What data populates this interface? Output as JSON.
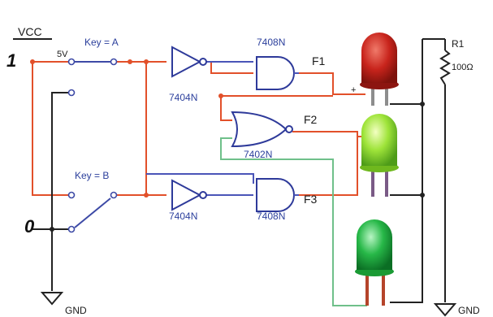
{
  "labels": {
    "vcc": "VCC",
    "one": "1",
    "zero": "0",
    "voltage": "5V",
    "key_a": "Key = A",
    "key_b": "Key = B",
    "gate_not_top": "7404N",
    "gate_not_bottom": "7404N",
    "gate_and_top": "7408N",
    "gate_and_bottom": "7408N",
    "gate_nor": "7402N",
    "out_f1": "F1",
    "out_f2": "F2",
    "out_f3": "F3",
    "resistor_name": "R1",
    "resistor_value": "100Ω",
    "gnd_left": "GND",
    "gnd_right": "GND",
    "plus": "+"
  },
  "colors": {
    "wire_high": "#e2502a",
    "wire_low": "#222222",
    "wire_green": "#6fc08a",
    "gate_outline": "#2e3a9a",
    "label_blue": "#2b3f9c",
    "led_red": "#c8241c",
    "led_lime": "#8fdc2a",
    "led_green": "#1fae3a"
  },
  "icons": {
    "led_top": "red-led-icon",
    "led_middle": "lime-led-icon",
    "led_bottom": "green-led-icon",
    "resistor": "resistor-icon",
    "ground": "ground-icon"
  }
}
